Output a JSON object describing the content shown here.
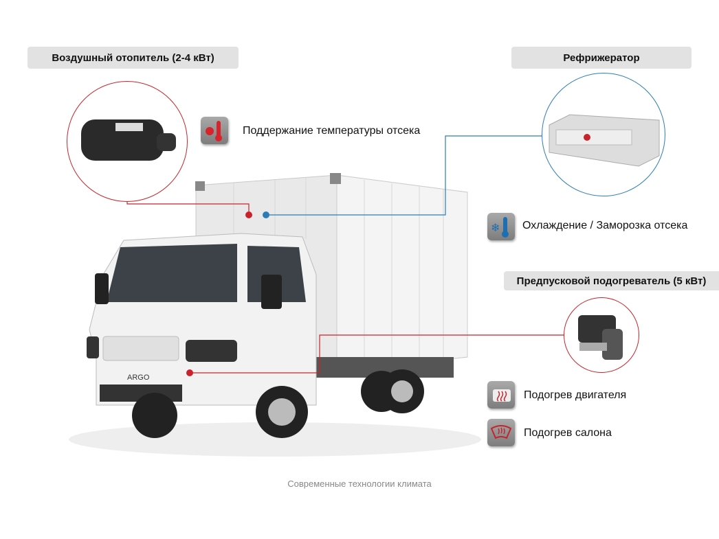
{
  "labels": {
    "air_heater": "Воздушный отопитель (2-4 кВт)",
    "refrigerator": "Рефрижератор",
    "preheater": "Предпусковой подогреватель (5 кВт)"
  },
  "features": {
    "temp_maintain": "Поддержание температуры отсека",
    "cooling": "Охлаждение / Заморозка отсека",
    "engine_heat": "Подогрев двигателя",
    "cabin_heat": "Подогрев салона"
  },
  "truck_brand": "ARGO",
  "caption": "Современные технологии климата",
  "colors": {
    "red": "#c8232c",
    "blue": "#2a7cb5",
    "label_bg": "#e2e2e2"
  }
}
